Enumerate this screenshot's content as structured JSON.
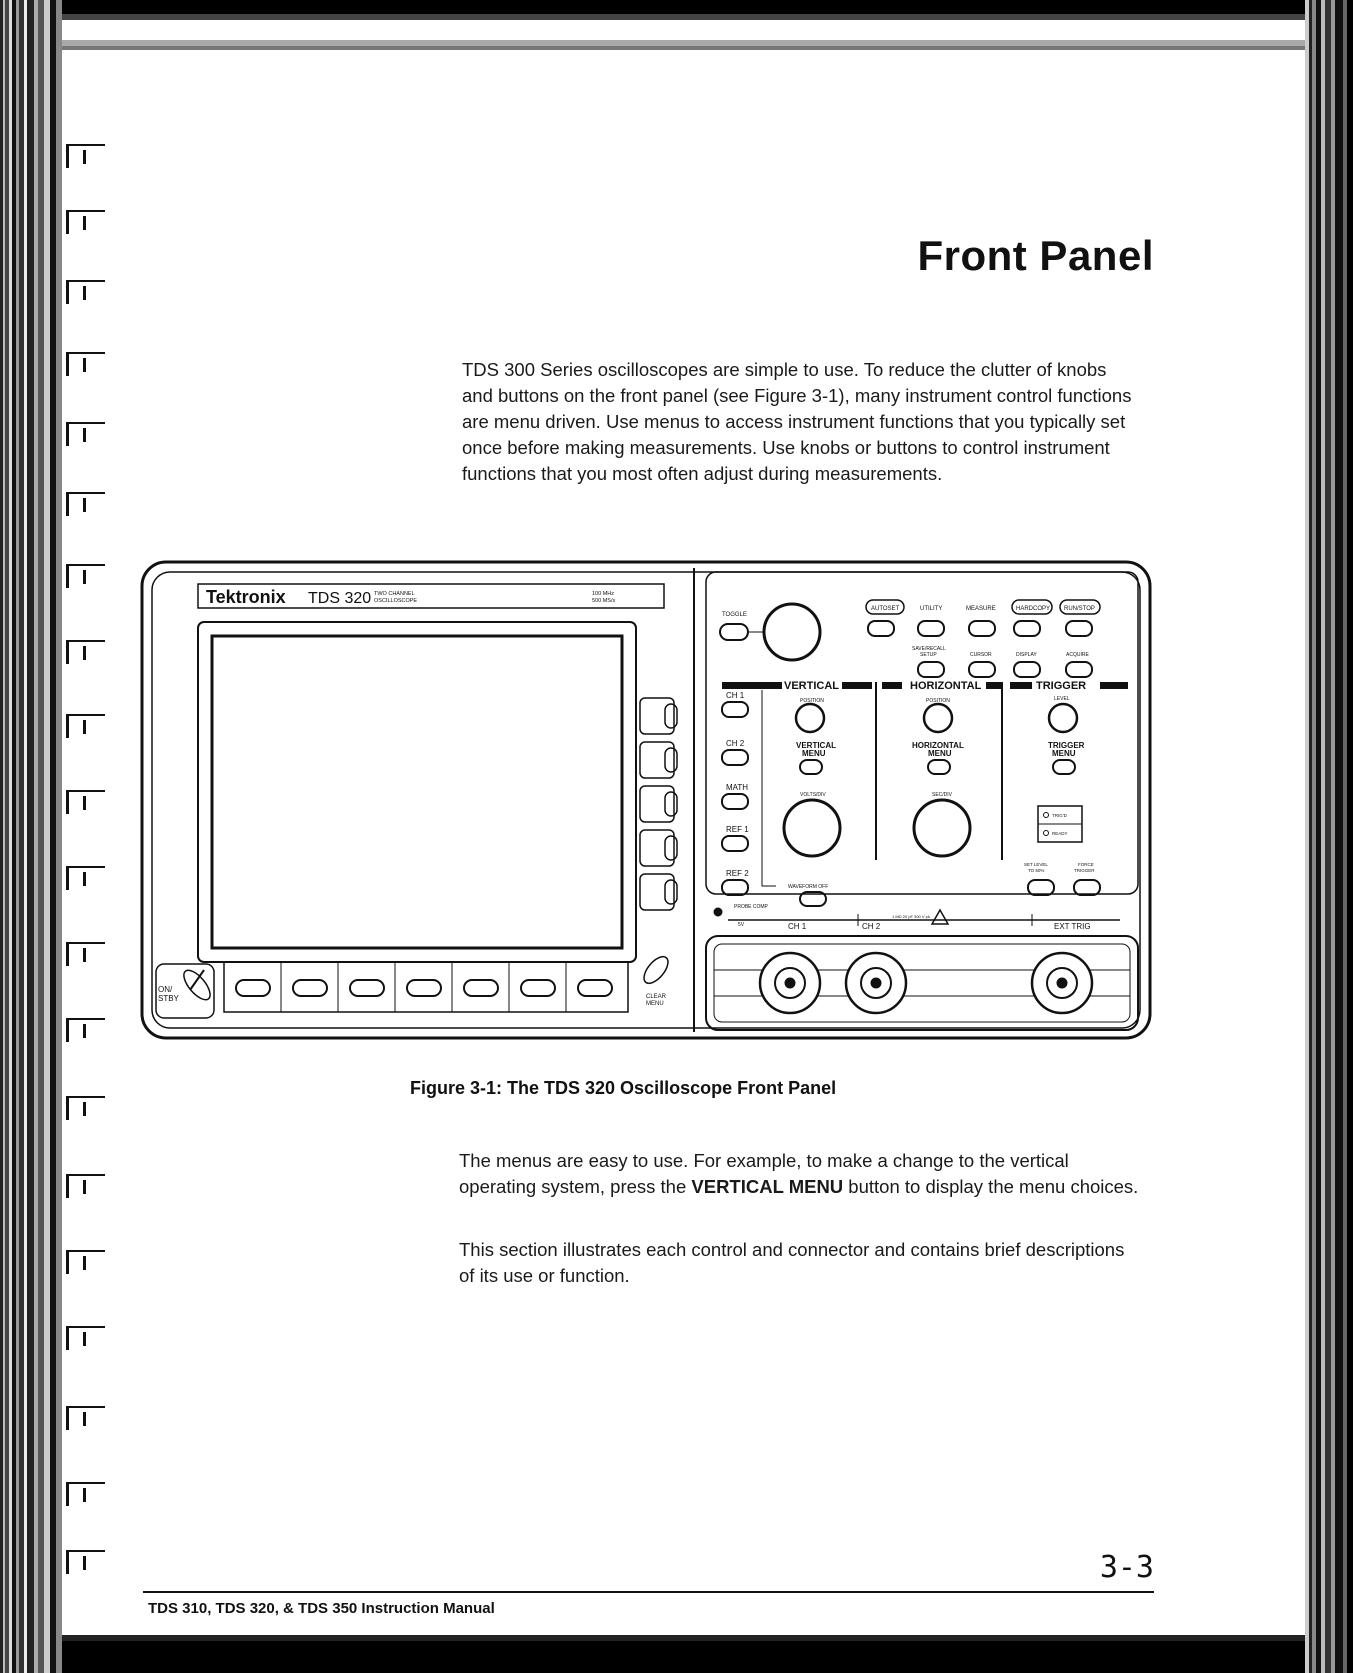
{
  "title": "Front Panel",
  "intro": "TDS 300 Series oscilloscopes are simple to use. To reduce the clutter of knobs and buttons on the front panel (see Figure 3-1), many instrument control functions are menu driven. Use menus to access instrument functions that you typically set once before making measurements. Use knobs or buttons to control instrument functions that you most often adjust during measurements.",
  "figure": {
    "caption": "Figure 3-1:  The TDS 320 Oscilloscope Front Panel",
    "brand": "Tektronix",
    "model": "TDS 320",
    "model_sub1": "TWO CHANNEL",
    "model_sub2": "OSCILLOSCOPE",
    "spec1": "100 MHz",
    "spec2": "500 MS/s",
    "toggle": "TOGGLE",
    "top_buttons": {
      "autoset": "AUTOSET",
      "utility": "UTILITY",
      "measure": "MEASURE",
      "hardcopy": "HARDCOPY",
      "runstop": "RUN/STOP"
    },
    "second_row": {
      "save_recall_1": "SAVE/RECALL",
      "save_recall_2": "SETUP",
      "cursor": "CURSOR",
      "display": "DISPLAY",
      "acquire": "ACQUIRE"
    },
    "sections": {
      "vertical": "VERTICAL",
      "horizontal": "HORIZONTAL",
      "trigger": "TRIGGER"
    },
    "channels": {
      "ch1": "CH 1",
      "ch2": "CH 2",
      "math": "MATH",
      "ref1": "REF 1",
      "ref2": "REF 2"
    },
    "vertical": {
      "position": "POSITION",
      "menu_1": "VERTICAL",
      "menu_2": "MENU",
      "volts": "VOLTS/DIV",
      "waveform_off": "WAVEFORM OFF"
    },
    "horizontal": {
      "position": "POSITION",
      "menu_1": "HORIZONTAL",
      "menu_2": "MENU",
      "secdiv": "SEC/DIV"
    },
    "trigger": {
      "level": "LEVEL",
      "menu_1": "TRIGGER",
      "menu_2": "MENU",
      "trigd": "TRIG'D",
      "ready": "READY",
      "set_level_1": "SET LEVEL",
      "set_level_2": "TO 50%",
      "force_1": "FORCE",
      "force_2": "TRIGGER"
    },
    "probe_comp": "PROBE COMP",
    "probe_comp_sub": "5V",
    "connectors": {
      "ch1": "CH 1",
      "ch2": "CH 2",
      "ext_trig": "EXT TRIG",
      "rating": "1 MΩ 20 pF  300 V pk"
    },
    "power_1": "ON/",
    "power_2": "STBY",
    "clear_1": "CLEAR",
    "clear_2": "MENU"
  },
  "body_p2_a": "The menus are easy to use. For example, to make a change to the vertical operating system, press the ",
  "body_p2_bold": "VERTICAL MENU",
  "body_p2_b": " button to display the menu choices.",
  "body_p3": "This section illustrates each control and connector and contains brief descriptions of its use or function.",
  "page_number": "3-3",
  "footer": "TDS 310, TDS 320, & TDS 350 Instruction Manual"
}
